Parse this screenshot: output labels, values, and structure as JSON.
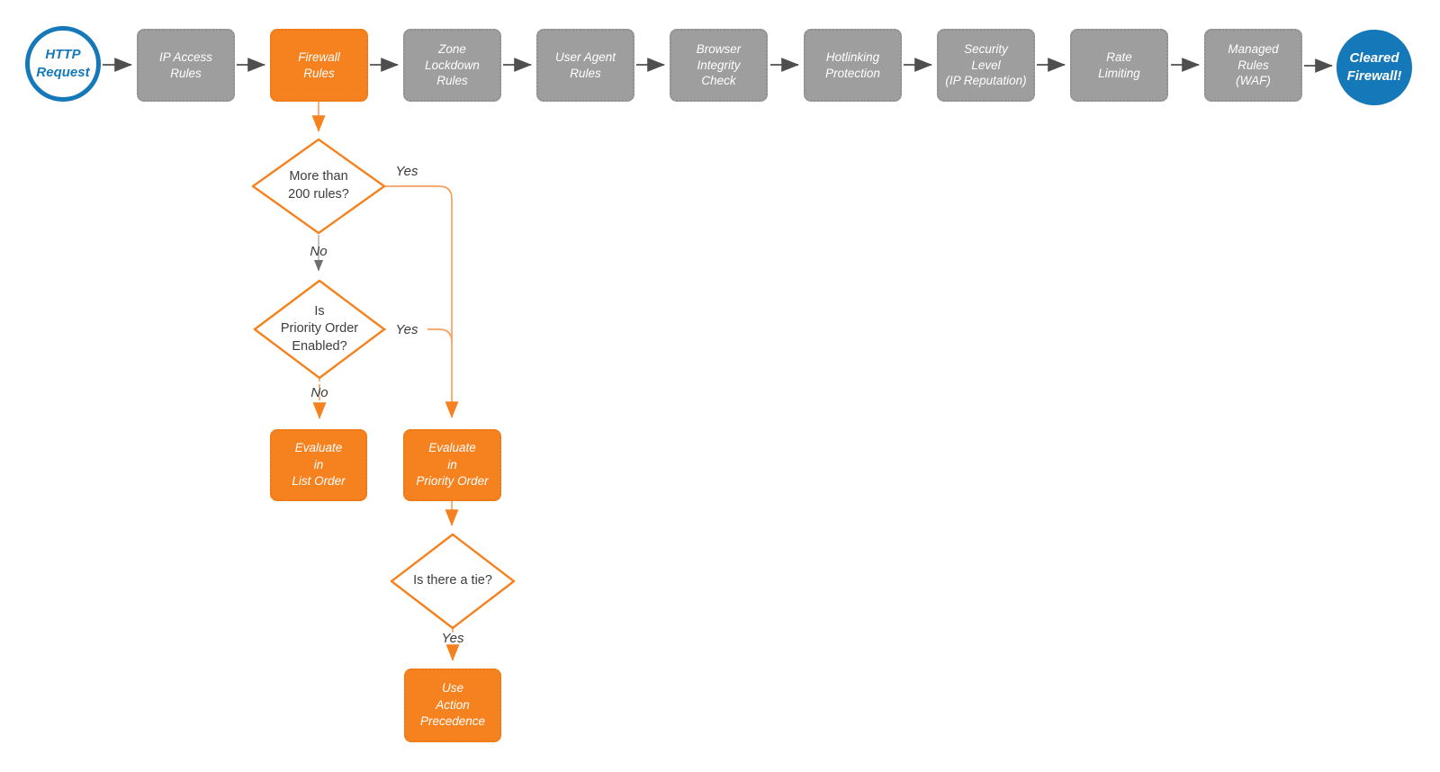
{
  "diagram": {
    "title": "HTTP request firewall evaluation flowchart",
    "start": "HTTP\nRequest",
    "stages": [
      "IP Access\nRules",
      "Firewall\nRules",
      "Zone\nLockdown\nRules",
      "User Agent\nRules",
      "Browser\nIntegrity\nCheck",
      "Hotlinking\nProtection",
      "Security\nLevel\n(IP Reputation)",
      "Rate\nLimiting",
      "Managed\nRules\n(WAF)"
    ],
    "end": "Cleared\nFirewall!",
    "decisions": [
      "More than\n200 rules?",
      "Is\nPriority Order\nEnabled?",
      "Is there a tie?"
    ],
    "actions": [
      "Evaluate\nin\nList Order",
      "Evaluate\nin\nPriority Order",
      "Use\nAction\nPrecedence"
    ],
    "edge_labels": {
      "yes": "Yes",
      "no": "No"
    },
    "colors": {
      "orange": "#F6821F",
      "orange_light": "#F8A15F",
      "gray_fill": "#9E9E9E",
      "blue": "#1578B8",
      "line_gray": "#4F4F4F"
    }
  }
}
